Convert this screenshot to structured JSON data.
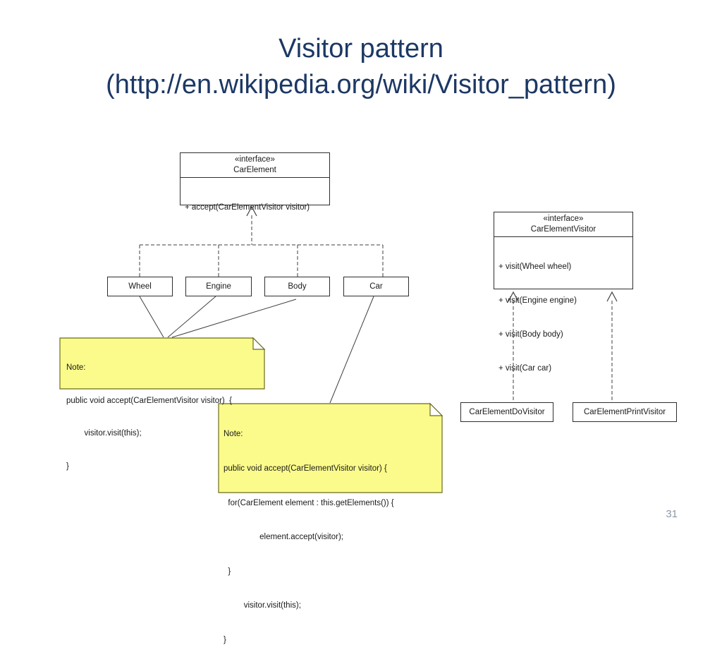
{
  "slide": {
    "title_line1": "Visitor pattern",
    "title_line2": "(http://en.wikipedia.org/wiki/Visitor_pattern)",
    "page_number": "31"
  },
  "diagram": {
    "car_element": {
      "stereotype": "«interface»",
      "name": "CarElement",
      "methods": [
        "+ accept(CarElementVisitor visitor)"
      ]
    },
    "element_classes": [
      "Wheel",
      "Engine",
      "Body",
      "Car"
    ],
    "car_element_visitor": {
      "stereotype": "«interface»",
      "name": "CarElementVisitor",
      "methods": [
        "+ visit(Wheel wheel)",
        "+ visit(Engine engine)",
        "+ visit(Body body)",
        "+ visit(Car car)"
      ]
    },
    "visitor_classes": [
      "CarElementDoVisitor",
      "CarElementPrintVisitor"
    ],
    "notes": [
      {
        "lines": [
          "Note:",
          "public void accept(CarElementVisitor visitor)  {",
          "        visitor.visit(this);",
          "}"
        ]
      },
      {
        "lines": [
          "Note:",
          "public void accept(CarElementVisitor visitor) {",
          "  for(CarElement element : this.getElements()) {",
          "                element.accept(visitor);",
          "  }",
          "         visitor.visit(this);",
          "}"
        ]
      }
    ],
    "colors": {
      "title_color": "#1C3864",
      "note_fill": "#fbfb8b",
      "note_border": "#6b6b1f",
      "line_color": "#3f3f3f"
    }
  }
}
